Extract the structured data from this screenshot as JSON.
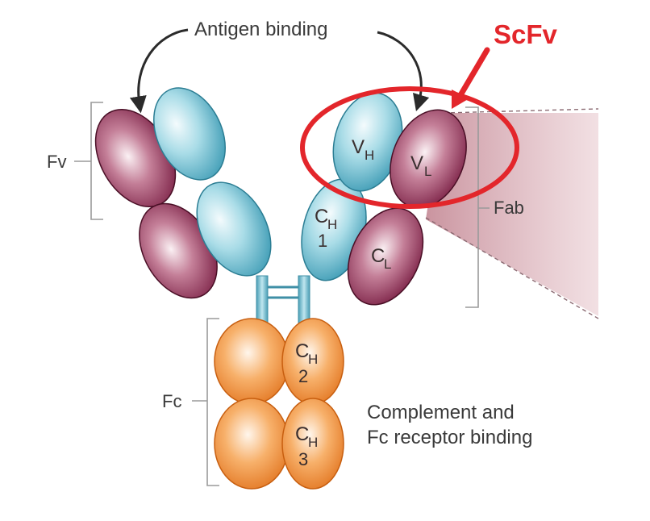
{
  "diagram": {
    "labels": {
      "antigen_binding": "Antigen binding",
      "scfv": "ScFv",
      "fv": "Fv",
      "fab": "Fab",
      "fc": "Fc",
      "complement_line1": "Complement and",
      "complement_line2": "Fc receptor binding"
    },
    "domains": {
      "vh": {
        "main": "V",
        "sub": "H"
      },
      "vl": {
        "main": "V",
        "sub": "L"
      },
      "ch1": {
        "main": "C",
        "sub": "H",
        "num": "1"
      },
      "cl": {
        "main": "C",
        "sub": "L"
      },
      "ch2": {
        "main": "C",
        "sub": "H",
        "num": "2"
      },
      "ch3": {
        "main": "C",
        "sub": "H",
        "num": "3"
      }
    },
    "colors": {
      "heavy_chain": "#7fc8d8",
      "light_chain": "#8a1f4a",
      "fc_region": "#f08a2a",
      "highlight": "#e3262b",
      "bracket": "#9a9a9a",
      "text": "#3a3a3a",
      "fab_zoom": "#c98a96"
    }
  }
}
